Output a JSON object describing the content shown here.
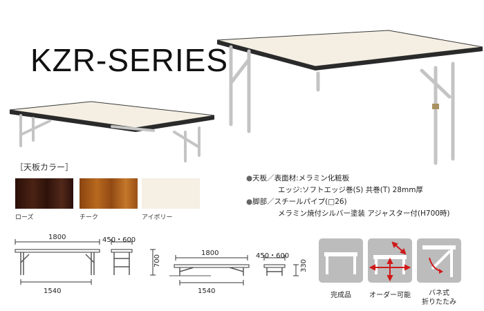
{
  "title": "KZR-SERIES",
  "top_color": {
    "heading": "［天板カラー］",
    "swatches": [
      {
        "label": "ローズ",
        "color": "#3d1a0f"
      },
      {
        "label": "チーク",
        "color": "#a55a1c"
      },
      {
        "label": "アイボリー",
        "color": "#f5efe4"
      }
    ]
  },
  "specs": [
    {
      "bullet": "●",
      "text": "天板／表面材:メラミン化粧板"
    },
    {
      "bullet": "",
      "text": "エッジ:ソフトエッジ巻(S) 共巻(T) 28mm厚"
    },
    {
      "bullet": "●",
      "text": "脚部／スチールパイプ(□26)"
    },
    {
      "bullet": "",
      "text": "メラミン焼付シルバー塗装 アジャスター付(H700時)"
    }
  ],
  "dimensions": {
    "tall_width": "1800",
    "tall_inner": "1540",
    "tall_depth": "450・600",
    "tall_height": "700",
    "low_width": "1800",
    "low_inner": "1540",
    "low_depth": "450・600",
    "low_height": "330"
  },
  "features": [
    {
      "label": "完成品",
      "icon": "assembled-table-icon"
    },
    {
      "label": "オーダー可能",
      "icon": "custom-size-icon"
    },
    {
      "label": "バネ式\n折りたたみ",
      "icon": "spring-fold-icon"
    }
  ],
  "colors": {
    "table_top": "#f4efe2",
    "edge": "#2a2a2a",
    "legs": "#c9c9c9",
    "icon_box": "#bcbcbc"
  }
}
